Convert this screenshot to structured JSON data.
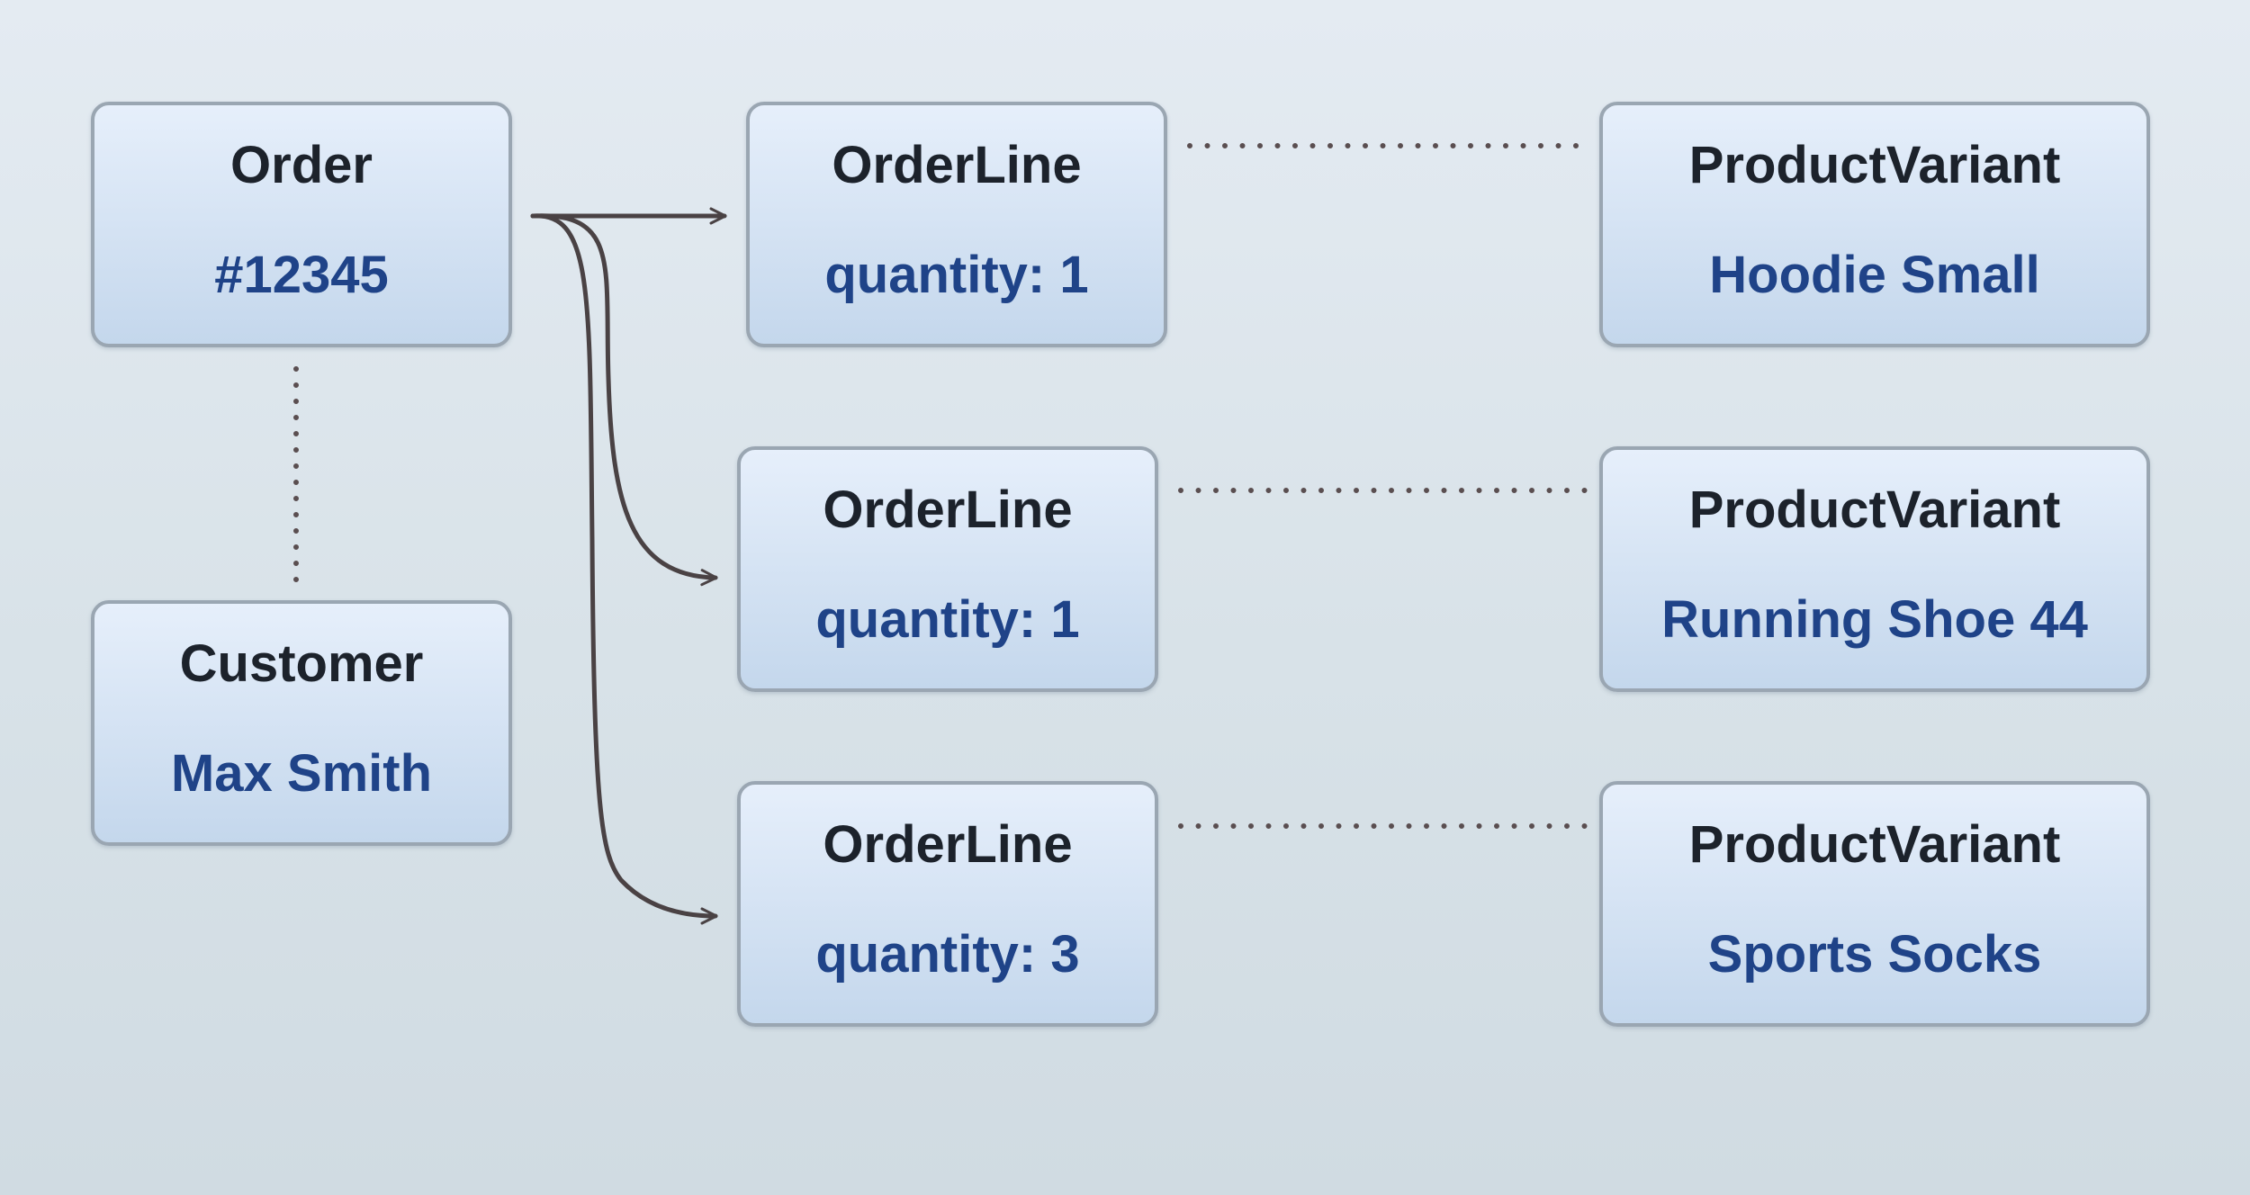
{
  "colors": {
    "background_top": "#e4ebf2",
    "node_fill_top": "#e6effb",
    "node_fill_bottom": "#c4d7ec",
    "node_border": "#9aa6b2",
    "title_text": "#1c222b",
    "value_text": "#1f4388",
    "connector": "#4a4244"
  },
  "nodes": {
    "order": {
      "title": "Order",
      "value": "#12345"
    },
    "customer": {
      "title": "Customer",
      "value": "Max Smith"
    },
    "line1": {
      "title": "OrderLine",
      "value": "quantity: 1"
    },
    "line2": {
      "title": "OrderLine",
      "value": "quantity: 1"
    },
    "line3": {
      "title": "OrderLine",
      "value": "quantity: 3"
    },
    "variant1": {
      "title": "ProductVariant",
      "value": "Hoodie Small"
    },
    "variant2": {
      "title": "ProductVariant",
      "value": "Running Shoe 44"
    },
    "variant3": {
      "title": "ProductVariant",
      "value": "Sports Socks"
    }
  },
  "connections": [
    {
      "from": "order",
      "to": "customer",
      "style": "dotted"
    },
    {
      "from": "order",
      "to": "line1",
      "style": "arrow"
    },
    {
      "from": "order",
      "to": "line2",
      "style": "arrow"
    },
    {
      "from": "order",
      "to": "line3",
      "style": "arrow"
    },
    {
      "from": "line1",
      "to": "variant1",
      "style": "dotted"
    },
    {
      "from": "line2",
      "to": "variant2",
      "style": "dotted"
    },
    {
      "from": "line3",
      "to": "variant3",
      "style": "dotted"
    }
  ]
}
